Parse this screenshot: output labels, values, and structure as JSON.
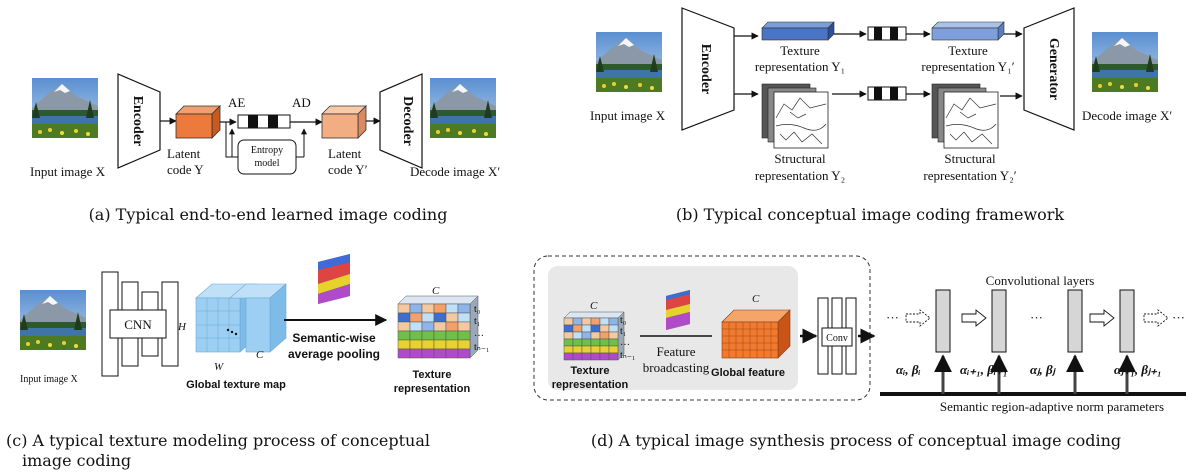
{
  "panel_a": {
    "input_label": "Input image X",
    "encoder": "Encoder",
    "latent_y_l1": "Latent",
    "latent_y_l2": "code Y",
    "ae": "AE",
    "ad": "AD",
    "entropy_l1": "Entropy",
    "entropy_l2": "model",
    "latent_yp_l1": "Latent",
    "latent_yp_l2": "code Y′",
    "decoder": "Decoder",
    "decode_label": "Decode image X′",
    "caption": "(a) Typical end-to-end learned image coding"
  },
  "panel_b": {
    "input_label": "Input image X",
    "encoder": "Encoder",
    "tex_l1": "Texture",
    "tex_l2": "representation Y₁",
    "tex2_l1": "Texture",
    "tex2_l2": "representation Y₁′",
    "str_l1": "Structural",
    "str_l2": "representation Y₂",
    "str2_l1": "Structural",
    "str2_l2": "representation Y₂′",
    "generator": "Generator",
    "decode_label": "Decode image X′",
    "caption": "(b) Typical conceptual image coding framework"
  },
  "panel_c": {
    "input_label": "Input image X",
    "cnn": "CNN",
    "dim_h": "H",
    "dim_w": "W",
    "dim_c": "C",
    "global_texture_map": "Global texture map",
    "pool_l1": "Semantic-wise",
    "pool_l2": "average pooling",
    "tex_c": "C",
    "t0": "t₀",
    "t1": "t₁",
    "tdots": "…",
    "tn": "tₙ₋₁",
    "tex_rep_l1": "Texture",
    "tex_rep_l2": "representation",
    "caption_l1": "(c) A typical texture modeling process of conceptual",
    "caption_l2": "image coding"
  },
  "panel_d": {
    "tex_c": "C",
    "t0": "t₀",
    "t1": "t₁",
    "tdots": "…",
    "tn": "tₙ₋₁",
    "tex_rep_l1": "Texture",
    "tex_rep_l2": "representation",
    "broadcast_l1": "Feature",
    "broadcast_l2": "broadcasting",
    "global_c": "C",
    "global_feature": "Global feature",
    "conv": "Conv",
    "conv_layers": "Convolutional layers",
    "dots": "···",
    "p_i": "αᵢ, βᵢ",
    "p_i1": "αᵢ₊₁, βᵢ₊₁",
    "p_j": "αⱼ, βⱼ",
    "p_j1": "αⱼ₊₁, βⱼ₊₁",
    "norm_params": "Semantic region-adaptive norm parameters",
    "caption": "(d) A typical image synthesis process of conceptual image coding"
  }
}
